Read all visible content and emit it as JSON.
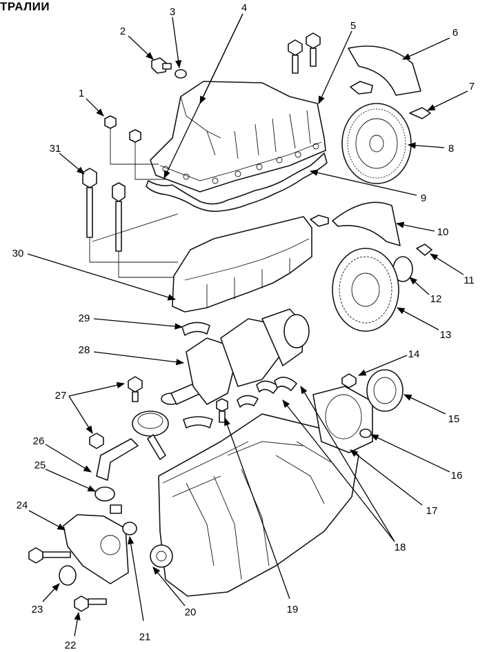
{
  "title": "ТРАЛИИ",
  "callouts": [
    "1",
    "2",
    "3",
    "4",
    "5",
    "6",
    "7",
    "8",
    "9",
    "10",
    "11",
    "12",
    "13",
    "14",
    "15",
    "16",
    "17",
    "18",
    "19",
    "20",
    "21",
    "22",
    "23",
    "24",
    "25",
    "26",
    "27",
    "28",
    "29",
    "30",
    "31"
  ],
  "colors": {
    "line": "#000000",
    "background": "#ffffff"
  }
}
